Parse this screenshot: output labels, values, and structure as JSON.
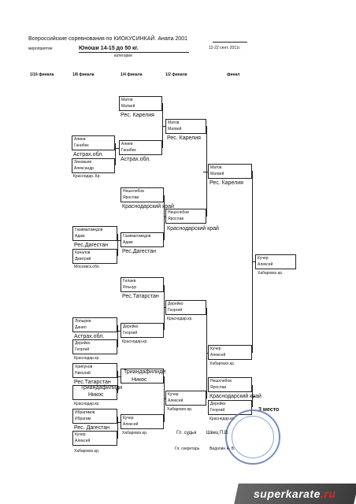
{
  "header": {
    "title": "Всероссийские соревнования по КИОКУСИНКАЙ. Анапа 2001",
    "event_label": "мероприятие",
    "category_value": "Юноши 14-15 до 50 кг.",
    "category_label": "категория",
    "dates": "12-22 сент. 2011г."
  },
  "columns": [
    "1/16 финала",
    "1/8 финала",
    "1/4 финала",
    "1/2 финала",
    "финал"
  ],
  "entries": {
    "matov_q_1": "Матов",
    "matov_q_2": "Матвей",
    "matov_q_reg": "Рес. Карелия",
    "matov_s_1": "Матов",
    "matov_s_2": "Матвей",
    "matov_s_reg": "Рес. Карелия",
    "matov_f_1": "Матов",
    "matov_f_2": "Матвей",
    "matov_f_reg": "Рес. Карелия",
    "aliev_r16_1": "Алиев",
    "aliev_r16_2": "Ганибек",
    "aliev_r16_reg": "Астрах.обл.",
    "zin_r16_1": "Зиновьев",
    "zin_r16_2": "Александр",
    "zin_r16_reg": "Краснодар. Кр.",
    "aliev_q_1": "Алиев",
    "aliev_q_2": "Ганибек",
    "aliev_q_reg": "Астрах.обл.",
    "nesh_q_1": "Нешхлебов",
    "nesh_q_2": "Ярослав",
    "nesh_q_reg": "Краснодарский край",
    "nesh_s_1": "Нешхлебов",
    "nesh_s_2": "Ярослав",
    "nesh_s_reg": "Краснодарский край",
    "gaz_r16_1": "Газимагомедов",
    "gaz_r16_2": "Адам",
    "gaz_r16_reg": "Рес.Дагестан",
    "kach_r16_1": "Качалов",
    "kach_r16_2": "Дмитрий",
    "kach_r16_reg": "Московск.обл.",
    "gaz_q_1": "Газимагомедов",
    "gaz_q_2": "Адам",
    "gaz_q_reg": "Рес.Дагестан",
    "kucher_f_1": "Кучер",
    "kucher_f_2": "Алексей",
    "kucher_f_reg": "Хабаровск.кр.",
    "gil_q_1": "Гилаев",
    "gil_q_2": "Ильнур",
    "gil_q_reg": "Рес.Татарстан",
    "der_s_1": "Дерейко",
    "der_s_2": "Георгий",
    "der_s_reg": "Краснодар.кр.",
    "lop_r16_1": "Лопырев",
    "lop_r16_2": "Данил",
    "lop_r16_reg": "Астрах.обл.",
    "der_r16_1": "Дерейко",
    "der_r16_2": "Георгий",
    "der_r16_reg": "Краснодар.кр.",
    "der_q_1": "Дерейко",
    "der_q_2": "Георгий",
    "der_q_reg": "Краснодар.кр.",
    "kucher_s_1": "Кучер",
    "kucher_s_2": "Алексей",
    "kucher_s_reg": "Хабаровск.кр.",
    "khr_r16_1": "Хрипунов",
    "khr_r16_2": "Николай",
    "khr_r16_reg": "Рес.Татарстан",
    "tri_r16_1": "Триандафилиди",
    "tri_r16_2": "Никос",
    "tri_r16_reg": "Краснодар.кр.",
    "tri_q_1": "Триандафилиди",
    "tri_q_2": "Никос",
    "ibr_r16_1": "Ибрагимов",
    "ibr_r16_2": "Ибрагим",
    "ibr_r16_reg": "Рес. Дагестан",
    "kucher_r16_1": "Кучер",
    "kucher_r16_2": "Алексей",
    "kucher_r16_reg": "Хабаровск.кр.",
    "kucher_q_1": "Кучер",
    "kucher_q_2": "Алексей",
    "kucher_q_reg": "Хабаровск.кр.",
    "kucher_s2_1": "Кучер",
    "kucher_s2_2": "Алексей",
    "kucher_s2_reg": "Хабаровск.кр.",
    "third_nesh_1": "Нешхлебов",
    "third_nesh_2": "Ярослав",
    "third_nesh_reg": "Краснодарский край",
    "third_der_1": "Дерейко",
    "third_der_2": "Георгий",
    "third_der_reg": "Краснодар.кр."
  },
  "third_place_label": "3 место",
  "footer": {
    "judge_label": "Гл. судья",
    "judge_name": "Швец П.В.",
    "secretary_label": "Гл. секретарь",
    "secretary_name": "Видолин А. В."
  },
  "watermark": {
    "main": "superkarate",
    "suffix": ".ru"
  }
}
